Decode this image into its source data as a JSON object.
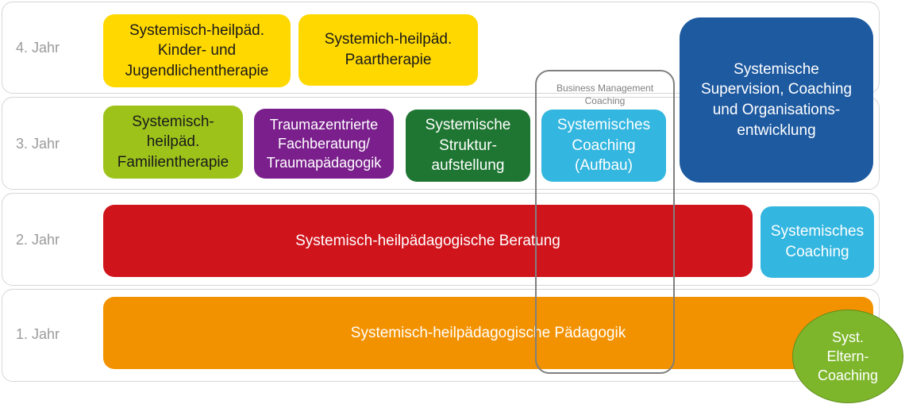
{
  "rows": [
    {
      "label": "4. Jahr"
    },
    {
      "label": "3. Jahr"
    },
    {
      "label": "2. Jahr"
    },
    {
      "label": "1. Jahr"
    }
  ],
  "modules": {
    "kinder_jugend": "Systemisch-heilpäd.\nKinder- und\nJugendlichentherapie",
    "paartherapie": "Systemich-heilpäd.\nPaartherapie",
    "supervision": "Systemische\nSupervision, Coaching\nund Organisations-\nentwicklung",
    "familientherapie": "Systemisch-\nheilpäd.\nFamilientherapie",
    "trauma": "Traumazentrierte\nFachberatung/\nTraumapädagogik",
    "strukturaufstellung": "Systemische\nStruktur-\naufstellung",
    "coaching_aufbau": "Systemisches\nCoaching\n(Aufbau)",
    "beratung": "Systemisch-heilpädagogische Beratung",
    "coaching": "Systemisches\nCoaching",
    "paedagogik": "Systemisch-heilpädagogische Pädagogik",
    "eltern_coaching": "Syst.\nEltern-\nCoaching"
  },
  "business_frame": {
    "label": "Business Management\nCoaching"
  },
  "colors": {
    "yellow": "#ffd800",
    "dark_blue": "#1e5aa0",
    "lime": "#9dc31b",
    "purple": "#7a1f8c",
    "dark_green": "#1e7632",
    "light_blue": "#33b6e0",
    "red": "#d0141c",
    "orange": "#f39200",
    "green_circle": "#7db62b"
  }
}
